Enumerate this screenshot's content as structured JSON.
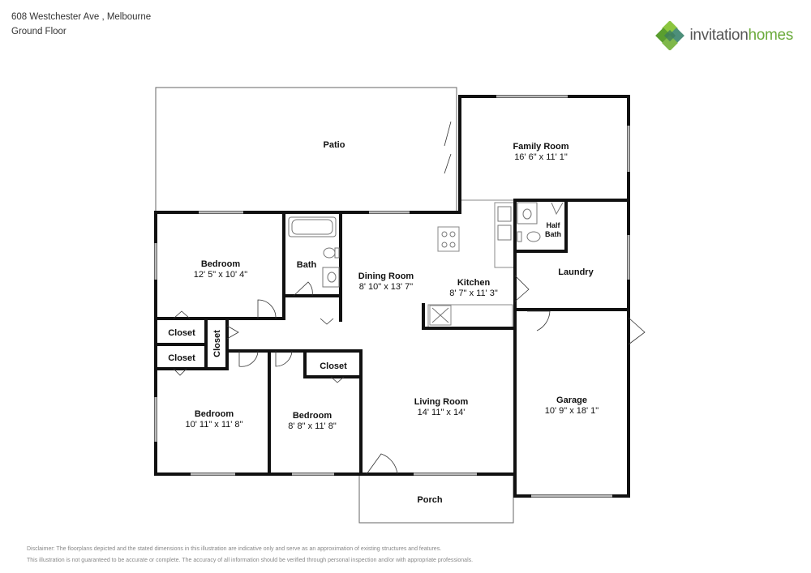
{
  "header": {
    "address": "608 Westchester Ave , Melbourne",
    "floor": "Ground Floor"
  },
  "brand": {
    "logo_text": "invitationhomes",
    "logo_icon": "diamond-cluster-icon",
    "colors": {
      "green": "#6aaa3a",
      "grey": "#555555"
    }
  },
  "rooms": {
    "patio": {
      "name": "Patio"
    },
    "family_room": {
      "name": "Family Room",
      "dims": "16' 6\" x 11' 1\""
    },
    "half_bath": {
      "name_line1": "Half",
      "name_line2": "Bath"
    },
    "bedroom1": {
      "name": "Bedroom",
      "dims": "12' 5\" x 10' 4\""
    },
    "bath": {
      "name": "Bath"
    },
    "dining_room": {
      "name": "Dining Room",
      "dims": "8' 10\" x 13' 7\""
    },
    "kitchen": {
      "name": "Kitchen",
      "dims": "8' 7\" x 11' 3\""
    },
    "laundry": {
      "name": "Laundry"
    },
    "closet1": {
      "name": "Closet"
    },
    "closet2": {
      "name": "Closet"
    },
    "closet3": {
      "name": "Closet"
    },
    "closet4": {
      "name": "Closet"
    },
    "bedroom2": {
      "name": "Bedroom",
      "dims": "10' 11\" x 11' 8\""
    },
    "bedroom3": {
      "name": "Bedroom",
      "dims": "8' 8\" x 11' 8\""
    },
    "living_room": {
      "name": "Living Room",
      "dims": "14' 11\" x 14'"
    },
    "garage": {
      "name": "Garage",
      "dims": "10' 9\" x 18' 1\""
    },
    "porch": {
      "name": "Porch"
    }
  },
  "disclaimer": {
    "line1": "Disclaimer: The floorplans depicted and the stated dimensions in this illustration are indicative only and serve as an approximation of existing structures and features.",
    "line2": "This illustration is not guaranteed to be accurate or complete. The accuracy of all information should be verified through personal inspection and/or with appropriate professionals."
  }
}
